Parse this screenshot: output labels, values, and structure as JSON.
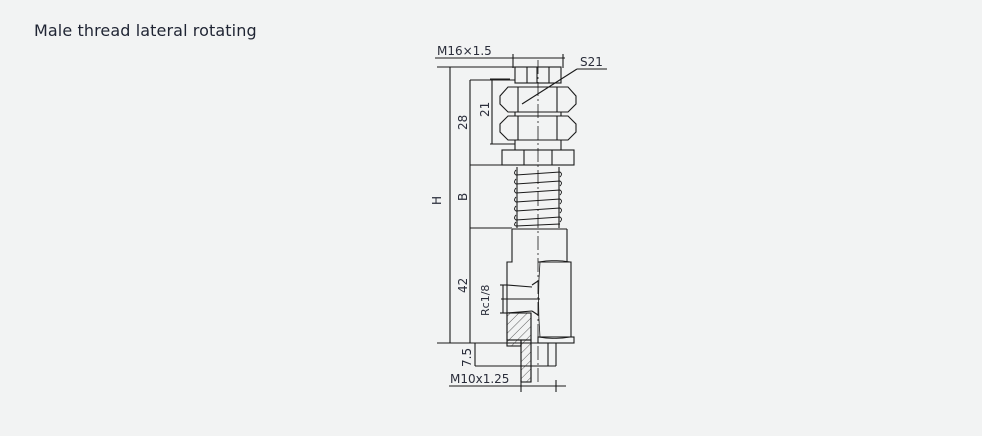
{
  "page": {
    "title": "Male thread lateral rotating",
    "background": "#f2f3f3",
    "line_color": "#1a1a1a",
    "text_color": "#1f2433"
  },
  "drawing": {
    "labels": {
      "top_thread": "M16×1.5",
      "hex_size": "S21",
      "overall_height": "H",
      "dim_28": "28",
      "dim_21": "21",
      "dim_b": "B",
      "dim_42": "42",
      "port": "Rc1/8",
      "dim_7_5": "7.5",
      "bottom_thread": "M10x1.25"
    }
  }
}
